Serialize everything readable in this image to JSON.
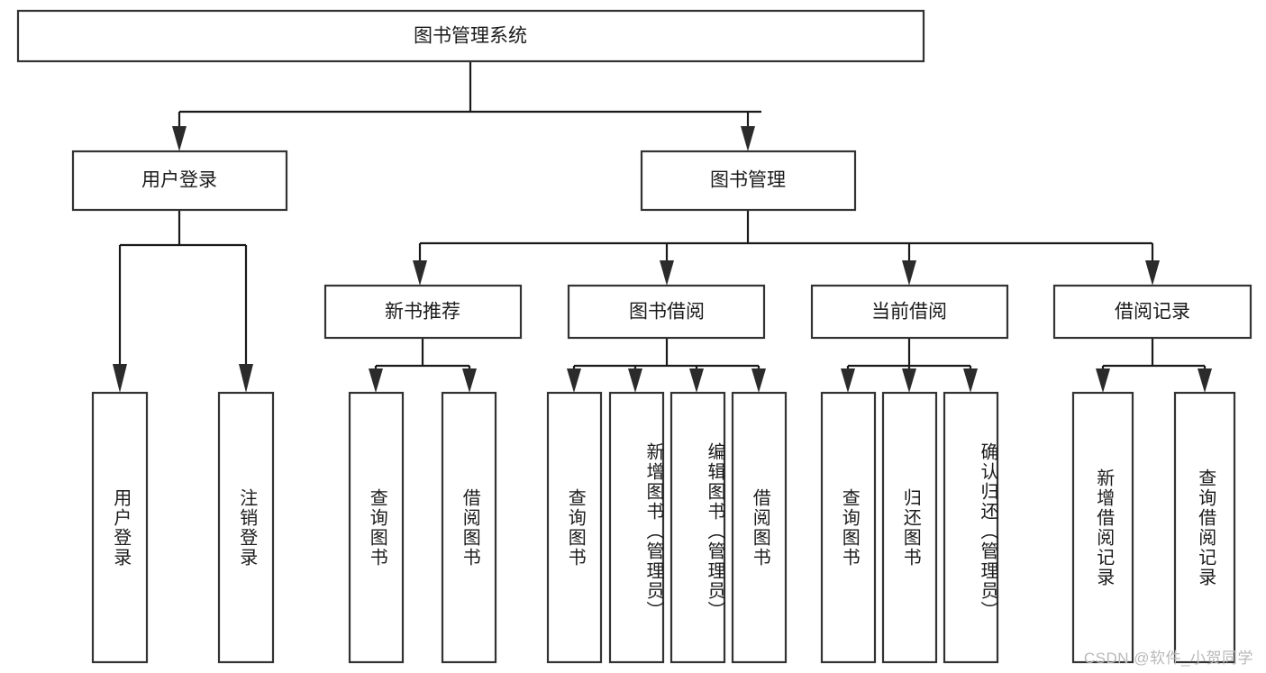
{
  "diagram": {
    "title": "图书管理系统",
    "type": "tree",
    "orientation": "top-down",
    "colors": {
      "box_fill": "#ffffff",
      "box_stroke": "#333333",
      "connector": "#1a1a1a",
      "text": "#1b1b1b",
      "watermark": "#b9b9b9",
      "background": "#ffffff"
    },
    "root": {
      "label": "图书管理系统"
    },
    "level2": [
      {
        "label": "用户登录"
      },
      {
        "label": "图书管理"
      }
    ],
    "level3": [
      {
        "label": "新书推荐"
      },
      {
        "label": "图书借阅"
      },
      {
        "label": "当前借阅"
      },
      {
        "label": "借阅记录"
      }
    ],
    "leaves": {
      "user_login": [
        {
          "label": "用户登录"
        },
        {
          "label": "注销登录"
        }
      ],
      "new_book_recommend": [
        {
          "label": "查询图书"
        },
        {
          "label": "借阅图书"
        }
      ],
      "book_borrow": [
        {
          "label": "查询图书"
        },
        {
          "label": "新增图书（管理员）"
        },
        {
          "label": "编辑图书（管理员）"
        },
        {
          "label": "借阅图书"
        }
      ],
      "current_borrow": [
        {
          "label": "查询图书"
        },
        {
          "label": "归还图书"
        },
        {
          "label": "确认归还（管理员）"
        }
      ],
      "borrow_record": [
        {
          "label": "新增借阅记录"
        },
        {
          "label": "查询借阅记录"
        }
      ]
    }
  },
  "watermark": {
    "text": "CSDN @软件_小贺同学"
  }
}
